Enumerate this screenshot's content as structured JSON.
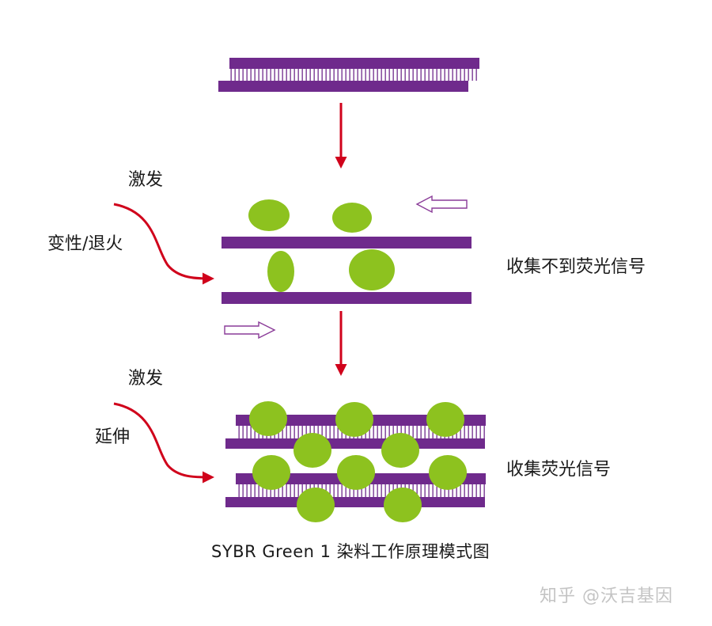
{
  "colors": {
    "strand": "#6f2a8c",
    "dye": "#8dc21f",
    "arrow_red": "#d0021b",
    "outline_arrow": "#8a3b98",
    "text": "#1a1a1a",
    "watermark": "#c4c4c4"
  },
  "labels": {
    "excite_top": "激发",
    "denature_anneal": "变性/退火",
    "no_signal": "收集不到荧光信号",
    "excite_bottom": "激发",
    "extend": "延伸",
    "collect_signal": "收集荧光信号"
  },
  "caption": "SYBR Green 1 染料工作原理模式图",
  "watermark": "知乎 @沃吉基因"
}
